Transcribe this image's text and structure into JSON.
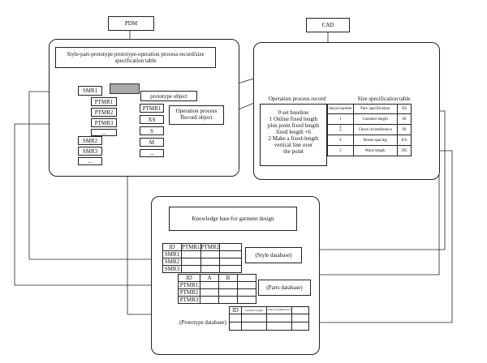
{
  "pdm": {
    "title": "PDM",
    "header": "Style-part-prototype prototype-operation process record/size specification table",
    "prototype_object": "prototype object",
    "operation_process_object": "Operation process Record object",
    "smr_items": [
      "SMR1",
      "SMR2",
      "SMR3",
      "..."
    ],
    "ptmr_items": [
      "PTMR1",
      "PTMR2",
      "PTMR3",
      "..."
    ],
    "ptmr_side": "PTMR1",
    "size_items": [
      "XS",
      "S",
      "M",
      "..."
    ]
  },
  "cad": {
    "title": "CAD",
    "operation_process_title": "Operation process record",
    "operation_steps": [
      "0 set baseline",
      "1 Online fixed length",
      "plus point fixed length",
      "fixed length +6",
      "2 Make a fixed-length",
      "vertical line over",
      "the point"
    ],
    "size_table_title": "Size specification table",
    "size_table": {
      "headers": [
        "Serial number",
        "Part/ specification",
        "XS"
      ],
      "rows": [
        [
          "1",
          "Garment length",
          "60"
        ],
        [
          "2\n3",
          "Chest circumference",
          "90"
        ],
        [
          "4",
          "Breast spacing",
          "8.8"
        ],
        [
          "5",
          "Waist length",
          "395"
        ]
      ]
    }
  },
  "kb": {
    "title": "Knowledge base for garment design",
    "style_db": {
      "label": "(Style database)",
      "headers": [
        "ID",
        "PTMR1",
        "PTMR2",
        ""
      ],
      "rows": [
        "SMR1",
        "SMR2",
        "SMR3"
      ]
    },
    "parts_db": {
      "label": "(Parts database)",
      "headers": [
        "ID",
        "A",
        "B",
        ""
      ],
      "rows": [
        "PTMR1",
        "PTMR2",
        "PTMR3"
      ]
    },
    "prototype_db": {
      "label": "(Prototype database)",
      "headers": [
        "ID",
        "Garment length",
        "Chest circumference",
        ""
      ]
    }
  },
  "colors": {
    "stroke": "#222222",
    "selection": "#a9a9a9"
  }
}
